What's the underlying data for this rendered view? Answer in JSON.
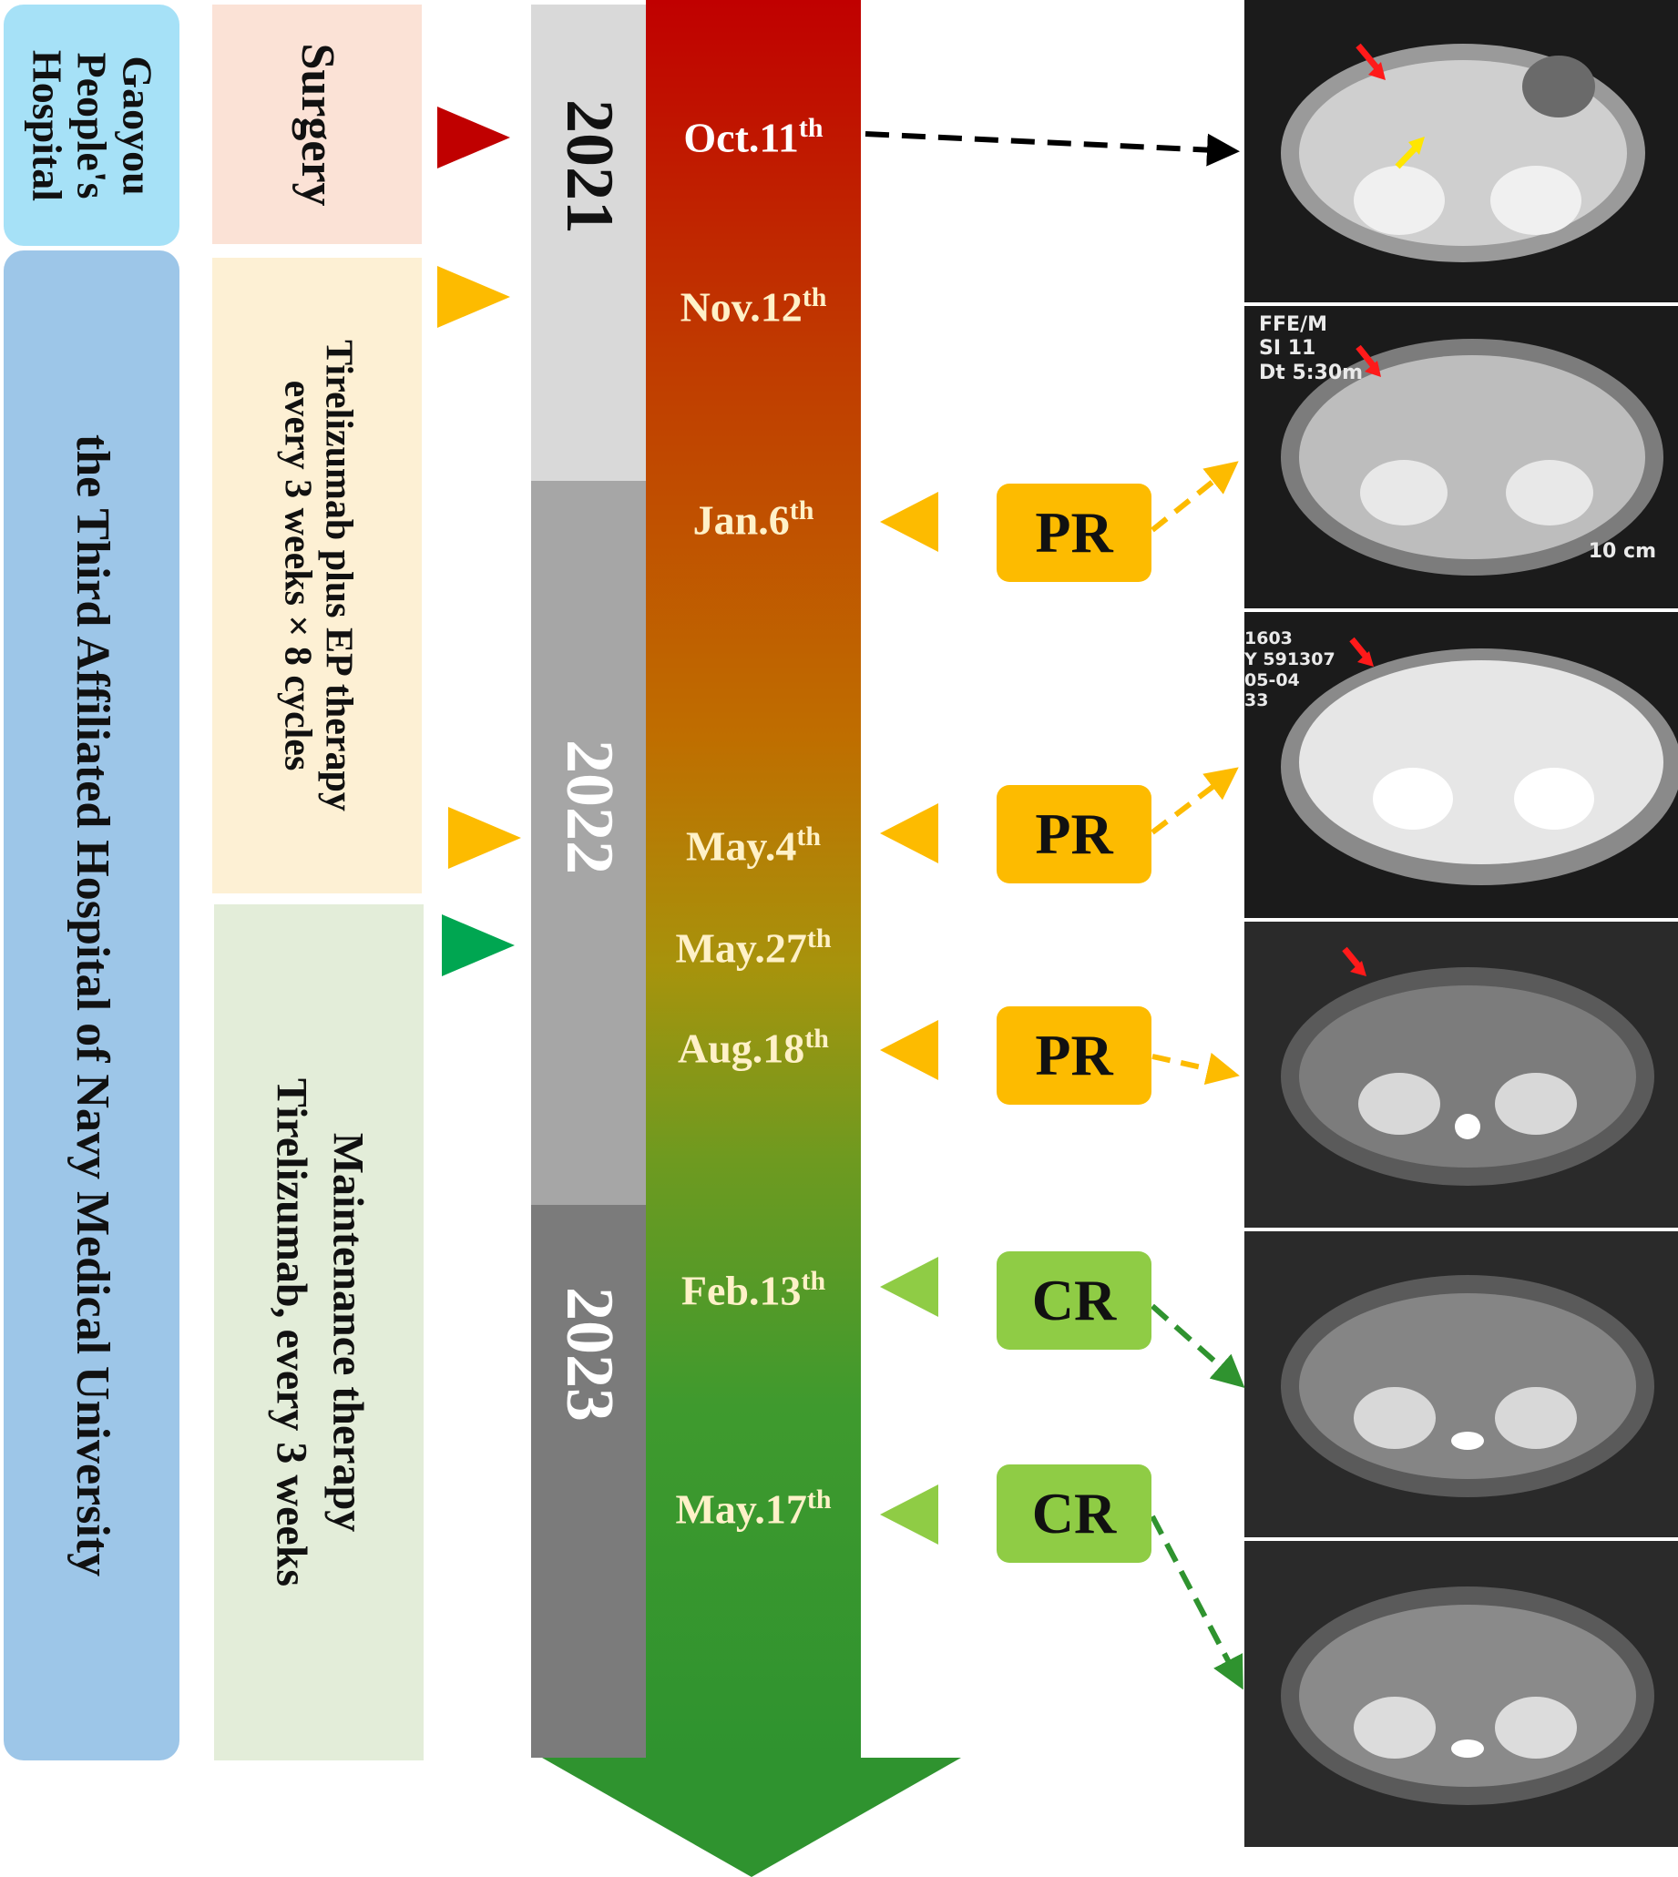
{
  "hospitals": {
    "gaoyou": "Gaoyou People's Hospital",
    "navy": "the Third Affiliated Hospital of Navy Medical University"
  },
  "treatments": {
    "surgery": "Surgery",
    "ep_line1": "Tirelizumab plus EP therapy",
    "ep_line2": "every 3 weeks × 8 cycles",
    "maint_line1": "Maintenance therapy",
    "maint_line2": "Tirelizumab, every 3 weeks"
  },
  "years": [
    "2021",
    "2022",
    "2023"
  ],
  "dates": [
    {
      "main": "Oct.11",
      "sup": "th"
    },
    {
      "main": "Nov.12",
      "sup": "th"
    },
    {
      "main": "Jan.6",
      "sup": "th"
    },
    {
      "main": "May.4",
      "sup": "th"
    },
    {
      "main": "May.27",
      "sup": "th"
    },
    {
      "main": "Aug.18",
      "sup": "th"
    },
    {
      "main": "Feb.13",
      "sup": "th"
    },
    {
      "main": "May.17",
      "sup": "th"
    }
  ],
  "responses": [
    "PR",
    "PR",
    "PR",
    "CR",
    "CR"
  ],
  "scan_text": {
    "scan2_line1": "FFE/M",
    "scan2_line2": "SI 11",
    "scan2_line3": "Dt 5:30m",
    "scan2_scale": "10 cm",
    "scan3_line1": "1603",
    "scan3_line2": "Y 591307",
    "scan3_line3": "05-04",
    "scan3_line4": "33"
  },
  "colors": {
    "surgery": "#c00000",
    "ep": "#fdbb00",
    "maintenance": "#00a651",
    "pr": "#fdbb00",
    "cr": "#8fcc45"
  }
}
